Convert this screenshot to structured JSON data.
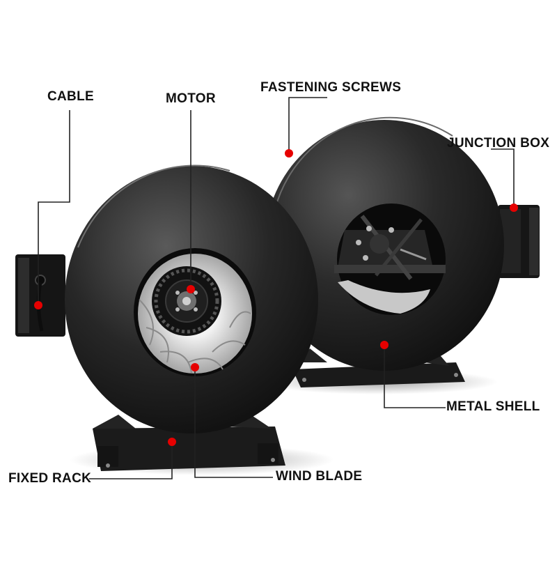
{
  "colors": {
    "shell": "#1c1c1c",
    "shell_highlight": "#4a4a4a",
    "marker": "#e60000",
    "leader_line": "#222222",
    "label_text": "#111111",
    "blade_silver": "#c9c9c9"
  },
  "callouts": {
    "cable": "CABLE",
    "motor": "MOTOR",
    "fastening_screws": "FASTENING SCREWS",
    "junction_box": "JUNCTION BOX",
    "metal_shell": "METAL SHELL",
    "fixed_rack": "FIXED RACK",
    "wind_blade": "WIND BLADE"
  }
}
